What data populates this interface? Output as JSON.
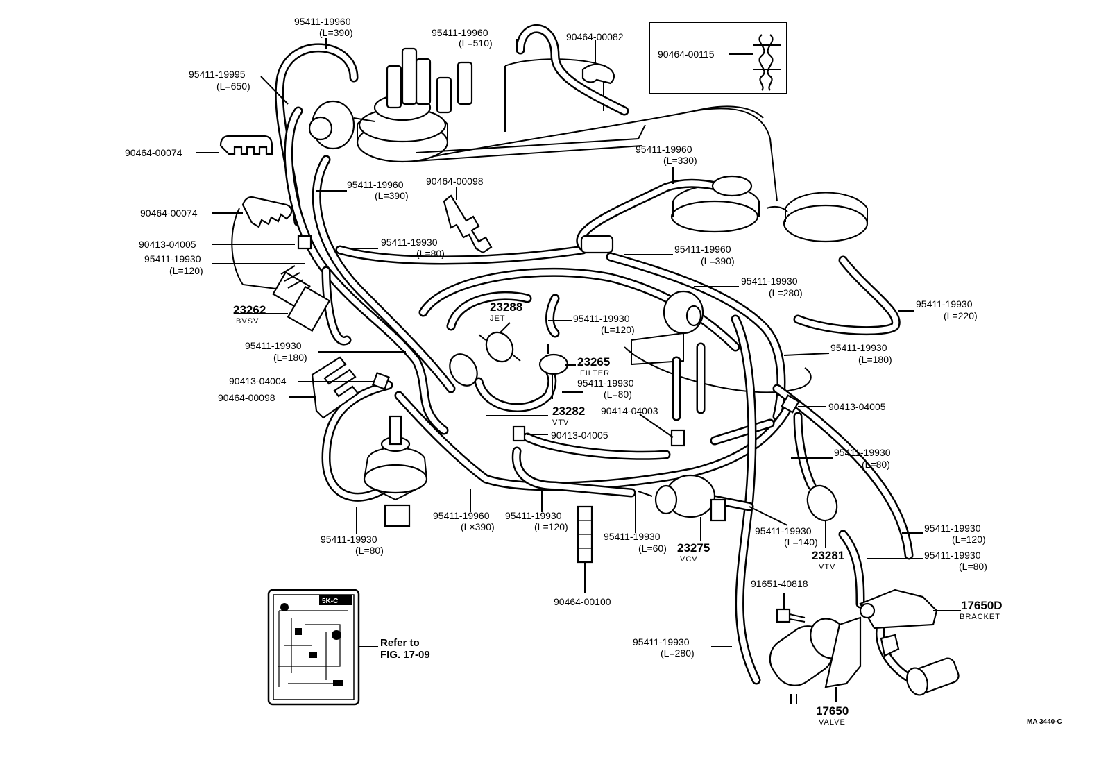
{
  "labels": {
    "l01": {
      "pn": "95411-19960",
      "len": "(L=390)"
    },
    "l02": {
      "pn": "95411-19960",
      "len": "(L=510)"
    },
    "l03": {
      "pn": "90464-00082"
    },
    "l04": {
      "pn": "90464-00115"
    },
    "l05": {
      "pn": "95411-19995",
      "len": "(L=650)"
    },
    "l06": {
      "pn": "90464-00074"
    },
    "l07": {
      "pn": "95411-19960",
      "len": "(L=330)"
    },
    "l08": {
      "pn": "95411-19960",
      "len": "(L=390)"
    },
    "l09": {
      "pn": "90464-00098"
    },
    "l10": {
      "pn": "90464-00074"
    },
    "l11": {
      "pn": "90413-04005"
    },
    "l12": {
      "pn": "95411-19930",
      "len": "(L=80)"
    },
    "l13": {
      "pn": "95411-19930",
      "len": "(L=120)"
    },
    "l14": {
      "pn": "95411-19960",
      "len": "(L=390)"
    },
    "l15": {
      "pn": "95411-19930",
      "len": "(L=280)"
    },
    "l16": {
      "pn": "95411-19930",
      "len": "(L=220)"
    },
    "l17": {
      "pn": "23288",
      "sub": "JET"
    },
    "l18": {
      "pn": "23262",
      "sub": "BVSV"
    },
    "l19": {
      "pn": "95411-19930",
      "len": "(L=120)"
    },
    "l20": {
      "pn": "95411-19930",
      "len": "(L=180)"
    },
    "l21": {
      "pn": "95411-19930",
      "len": "(L=180)"
    },
    "l22": {
      "pn": "23265",
      "sub": "FILTER"
    },
    "l23": {
      "pn": "95411-19930",
      "len": "(L=80)"
    },
    "l24": {
      "pn": "90413-04004"
    },
    "l25": {
      "pn": "90464-00098"
    },
    "l26": {
      "pn": "23282",
      "sub": "VTV"
    },
    "l27": {
      "pn": "90414-04003"
    },
    "l28": {
      "pn": "90413-04005"
    },
    "l29": {
      "pn": "90413-04005"
    },
    "l30": {
      "pn": "95411-19930",
      "len": "(L=80)"
    },
    "l31": {
      "pn": "95411-19930",
      "len": "(L=80)"
    },
    "l32": {
      "pn": "95411-19960",
      "len": "(L×390)"
    },
    "l33": {
      "pn": "95411-19930",
      "len": "(L=120)"
    },
    "l34": {
      "pn": "95411-19930",
      "len": "(L=60)"
    },
    "l35": {
      "pn": "23275",
      "sub": "VCV"
    },
    "l36": {
      "pn": "95411-19930",
      "len": "(L=140)"
    },
    "l37": {
      "pn": "23281",
      "sub": "VTV"
    },
    "l38": {
      "pn": "95411-19930",
      "len": "(L=120)"
    },
    "l39": {
      "pn": "95411-19930",
      "len": "(L=80)"
    },
    "l40": {
      "pn": "90464-00100"
    },
    "l41": {
      "pn": "91651-40818"
    },
    "l42": {
      "pn": "17650D",
      "sub": "BRACKET"
    },
    "l43": {
      "pn": "95411-19930",
      "len": "(L=280)"
    },
    "l44": {
      "pn": "17650",
      "sub": "VALVE"
    }
  },
  "reference": {
    "line1": "Refer to",
    "line2": "FIG. 17-09",
    "badge": "5K-C"
  },
  "figure_code": "MA 3440-C"
}
